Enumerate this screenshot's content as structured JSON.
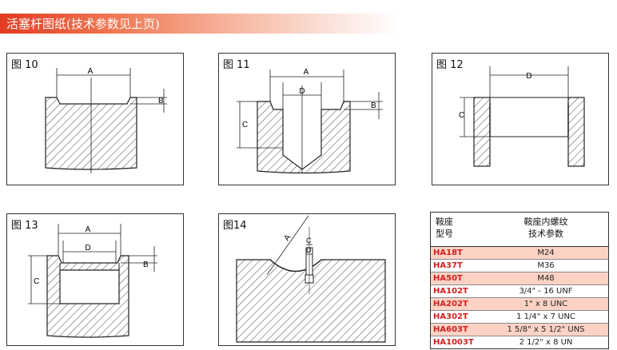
{
  "page_title": "活塞杆图纸(技术参数见上页)",
  "figures": [
    {
      "label": "图 10",
      "dims": [
        "A",
        "B"
      ]
    },
    {
      "label": "图 11",
      "dims": [
        "A",
        "D",
        "B",
        "C"
      ]
    },
    {
      "label": "图 12",
      "dims": [
        "D",
        "C"
      ]
    },
    {
      "label": "图 13",
      "dims": [
        "A",
        "D",
        "B",
        "C"
      ]
    },
    {
      "label": "图14",
      "dims": [
        "A",
        "C",
        "D"
      ]
    }
  ],
  "table": {
    "header": {
      "model_line1": "鞍座",
      "model_line2": "型号",
      "spec_line1": "鞍座内螺纹",
      "spec_line2": "技术参数"
    },
    "rows": [
      {
        "model": "HA18T",
        "spec": "M24"
      },
      {
        "model": "HA37T",
        "spec": "M36"
      },
      {
        "model": "HA50T",
        "spec": "M48"
      },
      {
        "model": "HA102T",
        "spec": "3/4\" - 16 UNF"
      },
      {
        "model": "HA202T",
        "spec": "1\" x 8 UNC"
      },
      {
        "model": "HA302T",
        "spec": "1 1/4\" x 7 UNC"
      },
      {
        "model": "HA603T",
        "spec": "1 5/8\" x 5 1/2\" UNS"
      },
      {
        "model": "HA1003T",
        "spec": "2 1/2\" x 8 UN"
      }
    ]
  }
}
